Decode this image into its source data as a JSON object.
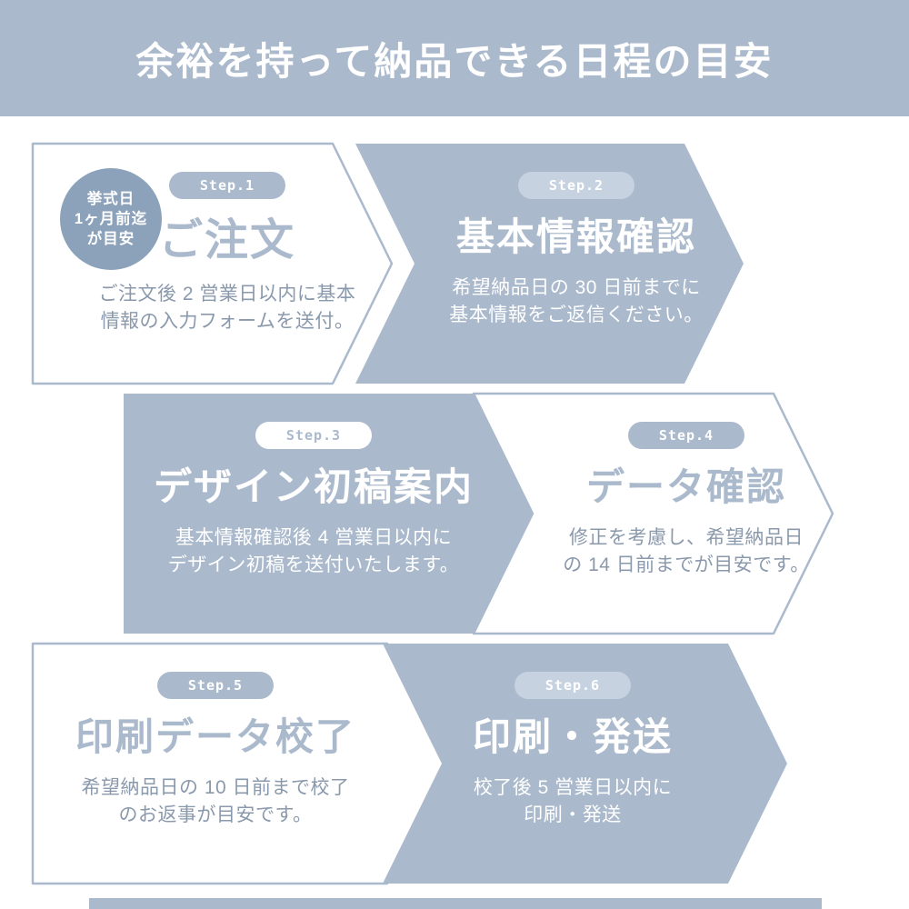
{
  "header": {
    "title": "余裕を持って納品できる日程の目安"
  },
  "badge": {
    "lines": [
      "挙式日",
      "1ヶ月前迄",
      "が目安"
    ]
  },
  "steps": [
    {
      "label": "Step.1",
      "title": "ご注文",
      "desc": "ご注文後 2 営業日以内に基本\n情報の入力フォームを送付。"
    },
    {
      "label": "Step.2",
      "title": "基本情報確認",
      "desc": "希望納品日の 30 日前までに\n基本情報をご返信ください。"
    },
    {
      "label": "Step.3",
      "title": "デザイン初稿案内",
      "desc": "基本情報確認後 4 営業日以内に\nデザイン初稿を送付いたします。"
    },
    {
      "label": "Step.4",
      "title": "データ確認",
      "desc": "修正を考慮し、希望納品日\nの 14 日前までが目安です。"
    },
    {
      "label": "Step.5",
      "title": "印刷データ校了",
      "desc": "希望納品日の 10 日前まで校了\nのお返事が目安です。"
    },
    {
      "label": "Step.6",
      "title": "印刷・発送",
      "desc": "校了後 5 営業日以内に\n印刷・発送"
    }
  ],
  "colors": {
    "accent": "#aab9cc",
    "badge-bg": "#8ca2bb",
    "pill-light": "#c7d2e0",
    "desc-muted": "#8a99ac",
    "text-on-accent": "#ffffff"
  }
}
